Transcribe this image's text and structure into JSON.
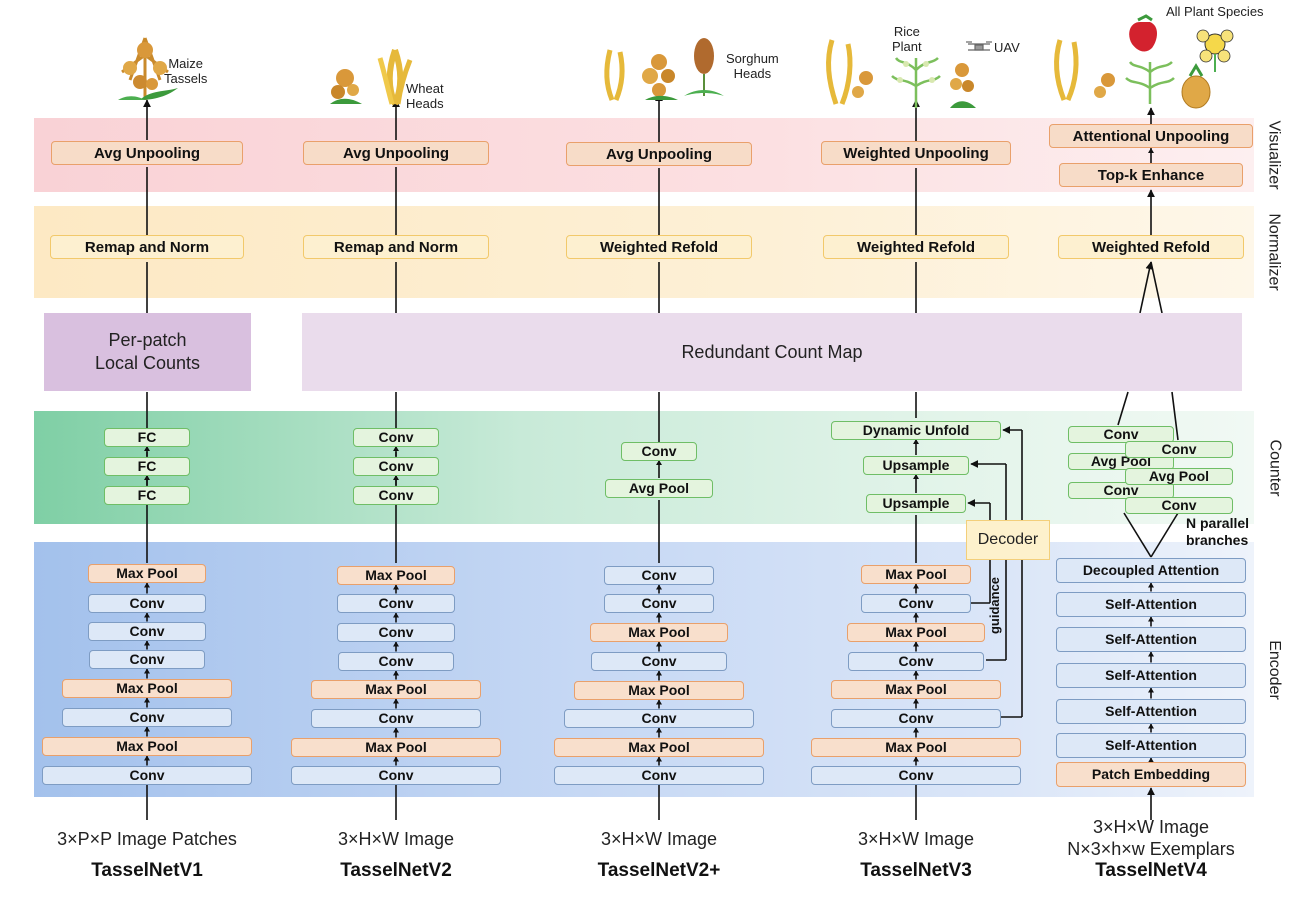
{
  "layers": {
    "visualizer": "Visualizer",
    "normalizer": "Normalizer",
    "counter": "Counter",
    "encoder": "Encoder"
  },
  "shared": {
    "local_counts": "Per-patch\nLocal Counts",
    "count_map": "Redundant Count Map",
    "decoder": "Decoder",
    "guidance": "guidance",
    "parallel": "N parallel\nbranches"
  },
  "annotations": {
    "v1_plant": "Maize\nTassels",
    "v2_plant": "Wheat\nHeads",
    "v2p_plant": "Sorghum\nHeads",
    "v3_plant": "Rice\nPlant",
    "v3_uav": "UAV",
    "v4_plant": "All Plant Species"
  },
  "models": [
    {
      "name": "TasselNetV1",
      "input": "3×P×P Image Patches",
      "visualizer": [
        "Avg Unpooling"
      ],
      "normalizer": "Remap and Norm",
      "counter": [
        "FC",
        "FC",
        "FC"
      ],
      "encoder": [
        "Max Pool",
        "Conv",
        "Conv",
        "Conv",
        "Max Pool",
        "Conv",
        "Max Pool",
        "Conv"
      ]
    },
    {
      "name": "TasselNetV2",
      "input": "3×H×W Image",
      "visualizer": [
        "Avg Unpooling"
      ],
      "normalizer": "Remap and Norm",
      "counter": [
        "Conv",
        "Conv",
        "Conv"
      ],
      "encoder": [
        "Max Pool",
        "Conv",
        "Conv",
        "Conv",
        "Max Pool",
        "Conv",
        "Max Pool",
        "Conv"
      ]
    },
    {
      "name": "TasselNetV2+",
      "input": "3×H×W Image",
      "visualizer": [
        "Avg Unpooling"
      ],
      "normalizer": "Weighted Refold",
      "counter": [
        "Conv",
        "Avg Pool"
      ],
      "encoder": [
        "Conv",
        "Conv",
        "Max Pool",
        "Conv",
        "Max Pool",
        "Conv",
        "Max Pool",
        "Conv"
      ]
    },
    {
      "name": "TasselNetV3",
      "input": "3×H×W Image",
      "visualizer": [
        "Weighted Unpooling"
      ],
      "normalizer": "Weighted Refold",
      "counter": [
        "Dynamic Unfold",
        "Upsample",
        "Upsample"
      ],
      "encoder": [
        "Max Pool",
        "Conv",
        "Max Pool",
        "Conv",
        "Max Pool",
        "Conv",
        "Max Pool",
        "Conv"
      ]
    },
    {
      "name": "TasselNetV4",
      "input": "3×H×W Image\nN×3×h×w Exemplars",
      "visualizer": [
        "Attentional Unpooling",
        "Top-k Enhance"
      ],
      "normalizer": "Weighted Refold",
      "counter": [
        "Conv",
        "Avg Pool",
        "Conv",
        "Conv",
        "Avg Pool",
        "Conv"
      ],
      "encoder": [
        "Decoupled Attention",
        "Self-Attention",
        "Self-Attention",
        "Self-Attention",
        "Self-Attention",
        "Self-Attention",
        "Patch Embedding"
      ]
    }
  ]
}
